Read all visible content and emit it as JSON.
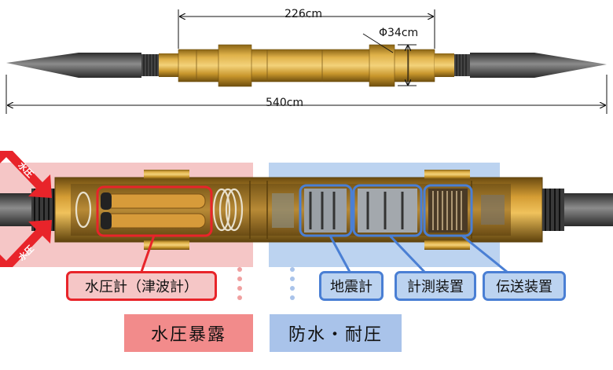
{
  "dimensions": {
    "inner_length": "226cm",
    "diameter": "Φ34cm",
    "total_length": "540cm"
  },
  "pressure_arrow_label": "水圧",
  "callouts": {
    "pressure_gauge": "水圧計（津波計）",
    "seismometer": "地震計",
    "measurement_unit": "計測装置",
    "transmitter": "伝送装置"
  },
  "zones": {
    "exposed": "水圧暴露",
    "protected": "防水・耐圧"
  },
  "colors": {
    "exposed_zone": "#f5c6c6",
    "exposed_label_bg": "#f28b8b",
    "exposed_border": "#e8242a",
    "protected_zone": "#bcd3f0",
    "protected_label_bg": "#a9c3ea",
    "protected_border": "#4a7fd4",
    "gold": "#c99a2e"
  }
}
